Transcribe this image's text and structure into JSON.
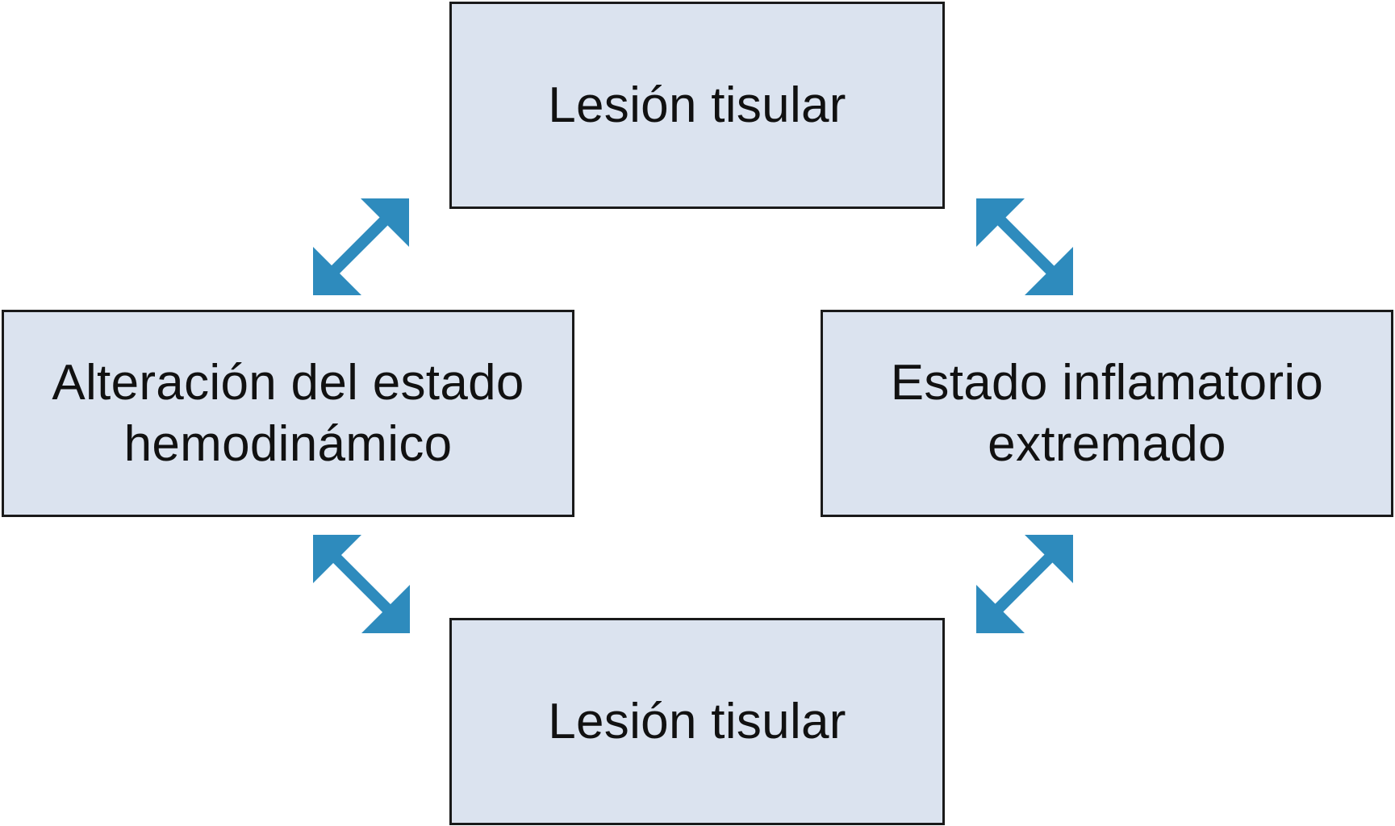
{
  "diagram": {
    "arrow_color": "#2e8bbd",
    "box_fill": "#dbe3ef",
    "box_border": "#1a1a1a",
    "nodes": {
      "top": {
        "line1": "Lesión tisular"
      },
      "left": {
        "line1": "Alteración del estado",
        "line2": "hemodinámico"
      },
      "right": {
        "line1": "Estado inflamatorio",
        "line2": "extremado"
      },
      "bottom": {
        "line1": "Lesión tisular"
      }
    },
    "connections": [
      {
        "from": "left",
        "to": "top",
        "direction": "bidirectional"
      },
      {
        "from": "top",
        "to": "right",
        "direction": "bidirectional"
      },
      {
        "from": "left",
        "to": "bottom",
        "direction": "bidirectional"
      },
      {
        "from": "right",
        "to": "bottom",
        "direction": "bidirectional"
      }
    ]
  }
}
